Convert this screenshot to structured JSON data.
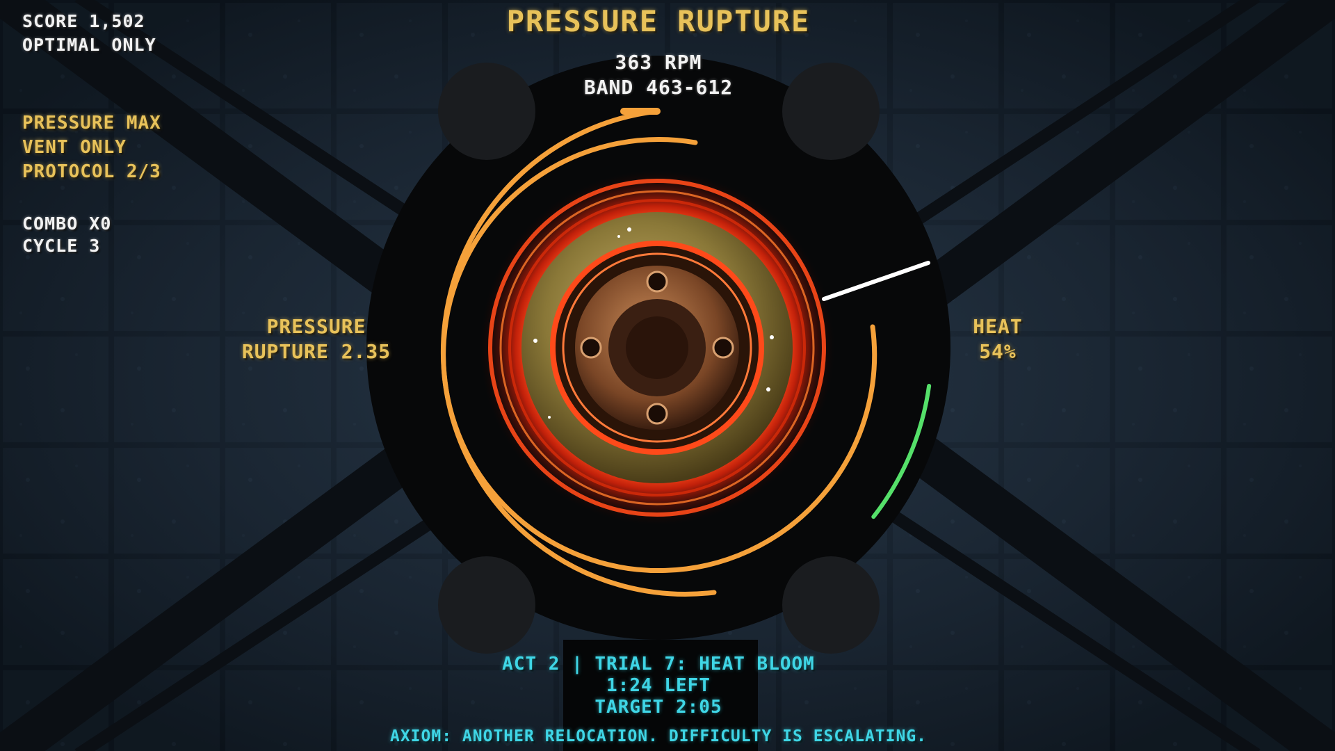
{
  "hud": {
    "score": "SCORE 1,502",
    "score_mode": "OPTIMAL ONLY",
    "modifiers": [
      "PRESSURE MAX",
      "VENT ONLY",
      "PROTOCOL 2/3"
    ],
    "combo": "COMBO X0",
    "cycle": "CYCLE 3",
    "title": "PRESSURE RUPTURE",
    "rpm": "363 RPM",
    "band": "BAND 463-612",
    "pressure_label_1": "PRESSURE",
    "pressure_label_2": "RUPTURE 2.35",
    "heat_label": "HEAT",
    "heat_value": "54%",
    "trial": "ACT 2 | TRIAL 7: HEAT BLOOM",
    "time_left": "1:24 LEFT",
    "target": "TARGET 2:05",
    "axiom": "AXIOM: ANOTHER RELOCATION. DIFFICULTY IS ESCALATING."
  },
  "gauges": {
    "heat_fraction": 0.54,
    "rpm": 363,
    "band_min": 463,
    "band_max": 612
  },
  "colors": {
    "gold": "#e8c25a",
    "cyan": "#3fd6e6",
    "orange_ring": "#f5a13a",
    "heat_green": "#55e06a",
    "ember": "#ff3a1a"
  }
}
